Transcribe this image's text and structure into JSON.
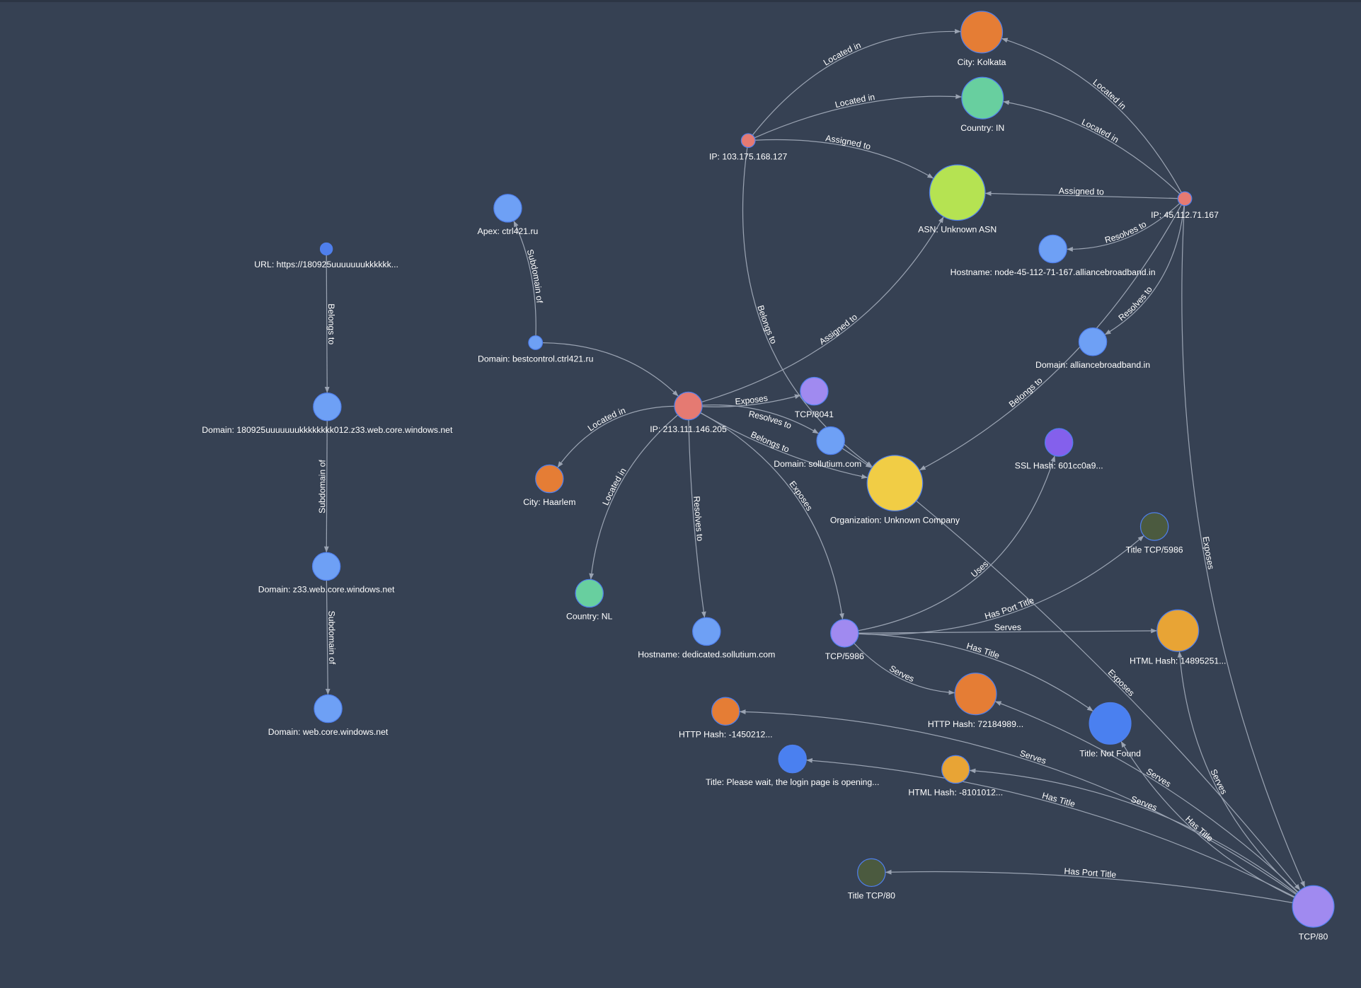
{
  "graph": {
    "nodes": [
      {
        "id": "url",
        "label": "URL: https://180925uuuuuuukkkkkk...",
        "color": "#4f7fec"
      },
      {
        "id": "d180925",
        "label": "Domain: 180925uuuuuuukkkkkkkk012.z33.web.core.windows.net",
        "color": "#6ea0f5"
      },
      {
        "id": "dz33",
        "label": "Domain: z33.web.core.windows.net",
        "color": "#6ea0f5"
      },
      {
        "id": "dweb",
        "label": "Domain: web.core.windows.net",
        "color": "#6ea0f5"
      },
      {
        "id": "apex",
        "label": "Apex: ctrl421.ru",
        "color": "#6ea0f5"
      },
      {
        "id": "dbest",
        "label": "Domain: bestcontrol.ctrl421.ru",
        "color": "#6ea0f5"
      },
      {
        "id": "ip213",
        "label": "IP: 213.111.146.205",
        "color": "#e57a72"
      },
      {
        "id": "tcp8041",
        "label": "TCP/8041",
        "color": "#a08af0"
      },
      {
        "id": "dsoll",
        "label": "Domain: sollutium.com",
        "color": "#6ea0f5"
      },
      {
        "id": "org",
        "label": "Organization: Unknown Company",
        "color": "#f1cd45"
      },
      {
        "id": "haarlem",
        "label": "City: Haarlem",
        "color": "#e57d35"
      },
      {
        "id": "nl",
        "label": "Country: NL",
        "color": "#68cf9f"
      },
      {
        "id": "hostded",
        "label": "Hostname: dedicated.sollutium.com",
        "color": "#6ea0f5"
      },
      {
        "id": "tcp5986",
        "label": "TCP/5986",
        "color": "#a08af0"
      },
      {
        "id": "ip103",
        "label": "IP: 103.175.168.127",
        "color": "#e57a72"
      },
      {
        "id": "kolkata",
        "label": "City: Kolkata",
        "color": "#e57d35"
      },
      {
        "id": "countryIN",
        "label": "Country: IN",
        "color": "#68cf9f"
      },
      {
        "id": "asn",
        "label": "ASN: Unknown ASN",
        "color": "#b5e352"
      },
      {
        "id": "ip45",
        "label": "IP: 45.112.71.167",
        "color": "#e57a72"
      },
      {
        "id": "hostnode",
        "label": "Hostname: node-45-112-71-167.alliancebroadband.in",
        "color": "#6ea0f5"
      },
      {
        "id": "dalliance",
        "label": "Domain: alliancebroadband.in",
        "color": "#6ea0f5"
      },
      {
        "id": "ssl",
        "label": "SSL Hash: 601cc0a9...",
        "color": "#8460ec"
      },
      {
        "id": "title5986",
        "label": "Title TCP/5986",
        "color": "#4b5a3f"
      },
      {
        "id": "html148",
        "label": "HTML Hash: 14895251...",
        "color": "#e8a435"
      },
      {
        "id": "http721",
        "label": "HTTP Hash: 72184989...",
        "color": "#e57d35"
      },
      {
        "id": "notfound",
        "label": "Title: Not Found",
        "color": "#4a80f0"
      },
      {
        "id": "http145",
        "label": "HTTP Hash: -1450212...",
        "color": "#e57d35"
      },
      {
        "id": "pleasewait",
        "label": "Title: Please wait, the login page is opening...",
        "color": "#4a80f0"
      },
      {
        "id": "html810",
        "label": "HTML Hash: -8101012...",
        "color": "#e8a435"
      },
      {
        "id": "title80",
        "label": "Title TCP/80",
        "color": "#4b5a3f"
      },
      {
        "id": "tcp80",
        "label": "TCP/80",
        "color": "#a08af0"
      }
    ],
    "edges": [
      {
        "source": "url",
        "target": "d180925",
        "label": "Belongs to"
      },
      {
        "source": "d180925",
        "target": "dz33",
        "label": "Subdomain of"
      },
      {
        "source": "dz33",
        "target": "dweb",
        "label": "Subdomain of"
      },
      {
        "source": "dbest",
        "target": "apex",
        "label": "Subdomain of"
      },
      {
        "source": "dbest",
        "target": "ip213",
        "label": ""
      },
      {
        "source": "ip213",
        "target": "haarlem",
        "label": "Located in"
      },
      {
        "source": "ip213",
        "target": "nl",
        "label": "Located in"
      },
      {
        "source": "ip213",
        "target": "hostded",
        "label": "Resolves to"
      },
      {
        "source": "ip213",
        "target": "tcp5986",
        "label": "Exposes"
      },
      {
        "source": "ip213",
        "target": "tcp8041",
        "label": "Exposes"
      },
      {
        "source": "ip213",
        "target": "dsoll",
        "label": "Resolves to"
      },
      {
        "source": "ip213",
        "target": "org",
        "label": "Belongs to"
      },
      {
        "source": "ip213",
        "target": "asn",
        "label": "Assigned to"
      },
      {
        "source": "dsoll",
        "target": "org",
        "label": ""
      },
      {
        "source": "ip103",
        "target": "kolkata",
        "label": "Located in"
      },
      {
        "source": "ip103",
        "target": "countryIN",
        "label": "Located in"
      },
      {
        "source": "ip103",
        "target": "asn",
        "label": "Assigned to"
      },
      {
        "source": "ip103",
        "target": "org",
        "label": "Belongs to"
      },
      {
        "source": "ip45",
        "target": "kolkata",
        "label": "Located in"
      },
      {
        "source": "ip45",
        "target": "countryIN",
        "label": "Located in"
      },
      {
        "source": "ip45",
        "target": "asn",
        "label": "Assigned to"
      },
      {
        "source": "ip45",
        "target": "hostnode",
        "label": "Resolves to"
      },
      {
        "source": "ip45",
        "target": "dalliance",
        "label": "Resolves to"
      },
      {
        "source": "ip45",
        "target": "org",
        "label": "Belongs to"
      },
      {
        "source": "ip45",
        "target": "tcp80",
        "label": "Exposes"
      },
      {
        "source": "org",
        "target": "tcp80",
        "label": "Exposes"
      },
      {
        "source": "tcp5986",
        "target": "ssl",
        "label": "Uses"
      },
      {
        "source": "tcp5986",
        "target": "title5986",
        "label": "Has Port Title"
      },
      {
        "source": "tcp5986",
        "target": "html148",
        "label": "Serves"
      },
      {
        "source": "tcp5986",
        "target": "http721",
        "label": "Serves"
      },
      {
        "source": "tcp5986",
        "target": "notfound",
        "label": "Has Title"
      },
      {
        "source": "tcp80",
        "target": "html148",
        "label": "Serves"
      },
      {
        "source": "tcp80",
        "target": "notfound",
        "label": "Has Title"
      },
      {
        "source": "tcp80",
        "target": "http721",
        "label": "Serves"
      },
      {
        "source": "tcp80",
        "target": "html810",
        "label": "Serves"
      },
      {
        "source": "tcp80",
        "target": "http145",
        "label": "Serves"
      },
      {
        "source": "tcp80",
        "target": "pleasewait",
        "label": "Has Title"
      },
      {
        "source": "tcp80",
        "target": "title80",
        "label": "Has Port Title"
      }
    ]
  }
}
